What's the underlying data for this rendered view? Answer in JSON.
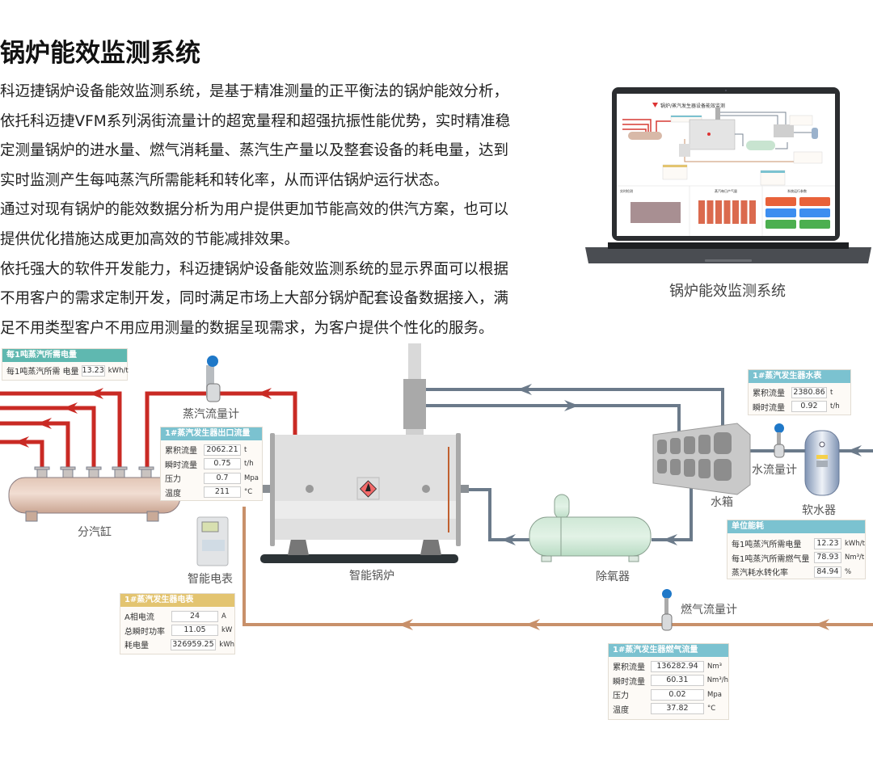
{
  "page": {
    "title": "锅炉能效监测系统",
    "paragraphs": [
      "科迈捷锅炉设备能效监测系统，是基于精准测量的正平衡法的锅炉能效分析，",
      "依托科迈捷VFM系列涡街流量计的超宽量程和超强抗振性能优势，实时精准稳",
      "定测量锅炉的进水量、燃气消耗量、蒸汽生产量以及整套设备的耗电量，达到",
      "实时监测产生每吨蒸汽所需能耗和转化率，从而评估锅炉运行状态。",
      "通过对现有锅炉的能效数据分析为用户提供更加节能高效的供汽方案，也可以",
      "提供优化措施达成更加高效的节能减排效果。",
      "依托强大的软件开发能力，科迈捷锅炉设备能效监测系统的显示界面可以根据",
      "不用客户的需求定制开发，同时满足市场上大部分锅炉配套设备数据接入，满",
      "足不用类型客户不用应用测量的数据呈现需求，为客户提供个性化的服务。"
    ],
    "laptop_caption": "锅炉能效监测系统"
  },
  "laptop_screen": {
    "title": "锅炉/蒸汽发生器设备能效监测",
    "panels": [
      "实时检测",
      "蒸汽每日产气量",
      "系统运行参数"
    ],
    "buttons": [
      {
        "color": "#e8623a"
      },
      {
        "color": "#e8623a"
      },
      {
        "color": "#3d8ef0"
      },
      {
        "color": "#3d8ef0"
      },
      {
        "color": "#4caf50"
      },
      {
        "color": "#4caf50"
      }
    ]
  },
  "colors": {
    "steam_pipe": "#d63a34",
    "water_pipe": "#6b7a8a",
    "gas_pipe": "#c8906a",
    "header_teal": "#5fb8b0",
    "header_blue": "#7bc2d0",
    "header_gold": "#e3c470"
  },
  "equipment_labels": {
    "steam_header": "分汽缸",
    "steam_flowmeter": "蒸汽流量计",
    "smart_meter": "智能电表",
    "boiler": "智能锅炉",
    "deaerator": "除氧器",
    "water_tank": "水箱",
    "water_flowmeter": "水流量计",
    "softener": "软水器",
    "gas_flowmeter": "燃气流量计"
  },
  "panels": {
    "power_per_ton": {
      "title": "每1吨蒸汽所需电量",
      "rows": [
        {
          "label": "每1吨蒸汽所需 电量",
          "value": "13.23",
          "unit": "kWh/t"
        }
      ]
    },
    "steam_outlet": {
      "title": "1#蒸汽发生器出口流量",
      "rows": [
        {
          "label": "累积流量",
          "value": "2062.21",
          "unit": "t"
        },
        {
          "label": "瞬时流量",
          "value": "0.75",
          "unit": "t/h"
        },
        {
          "label": "压力",
          "value": "0.7",
          "unit": "Mpa"
        },
        {
          "label": "温度",
          "value": "211",
          "unit": "°C"
        }
      ]
    },
    "water_meter": {
      "title": "1#蒸汽发生器水表",
      "rows": [
        {
          "label": "累积流量",
          "value": "2380.86",
          "unit": "t"
        },
        {
          "label": "瞬时流量",
          "value": "0.92",
          "unit": "t/h"
        }
      ]
    },
    "unit_consumption": {
      "title": "单位能耗",
      "rows": [
        {
          "label": "每1吨蒸汽所需电量",
          "value": "12.23",
          "unit": "kWh/t"
        },
        {
          "label": "每1吨蒸汽所需燃气量",
          "value": "78.93",
          "unit": "Nm³/t"
        },
        {
          "label": "蒸汽耗水转化率",
          "value": "84.94",
          "unit": "%"
        }
      ]
    },
    "electric_meter": {
      "title": "1#蒸汽发生器电表",
      "rows": [
        {
          "label": "A相电流",
          "value": "24",
          "unit": "A"
        },
        {
          "label": "总瞬时功率",
          "value": "11.05",
          "unit": "kW"
        },
        {
          "label": "耗电量",
          "value": "326959.25",
          "unit": "kWh"
        }
      ]
    },
    "gas_flow": {
      "title": "1#蒸汽发生器燃气流量",
      "rows": [
        {
          "label": "累积流量",
          "value": "136282.94",
          "unit": "Nm³"
        },
        {
          "label": "瞬时流量",
          "value": "60.31",
          "unit": "Nm³/h"
        },
        {
          "label": "压力",
          "value": "0.02",
          "unit": "Mpa"
        },
        {
          "label": "温度",
          "value": "37.82",
          "unit": "°C"
        }
      ]
    }
  }
}
